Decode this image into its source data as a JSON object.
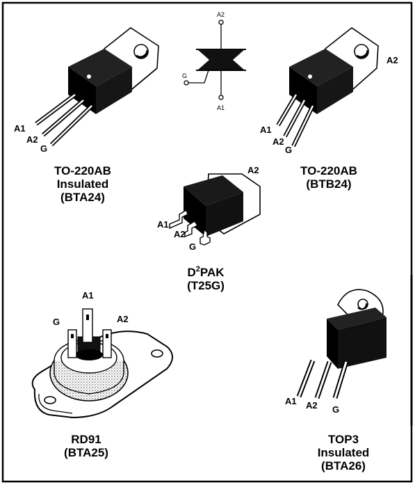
{
  "symbol": {
    "a2": "A2",
    "g": "G",
    "a1": "A1"
  },
  "to220_ins": {
    "l1": "TO-220AB",
    "l2": "Insulated",
    "l3": "(BTA24)",
    "a1": "A1",
    "a2": "A2",
    "g": "G"
  },
  "to220": {
    "l1": "TO-220AB",
    "l2": "(BTB24)",
    "a1": "A1",
    "a2": "A2",
    "g": "G",
    "tab": "A2"
  },
  "d2pak": {
    "name_prefix": "D",
    "name_sup": "2",
    "name_suffix": "PAK",
    "l2": "(T25G)",
    "a1": "A1",
    "a2": "A2",
    "g": "G",
    "tab": "A2"
  },
  "rd91": {
    "l1": "RD91",
    "l2": "(BTA25)",
    "a1": "A1",
    "g": "G",
    "a2": "A2"
  },
  "top3": {
    "l1": "TOP3",
    "l2": "Insulated",
    "l3": "(BTA26)",
    "a1": "A1",
    "a2": "A2",
    "g": "G"
  }
}
